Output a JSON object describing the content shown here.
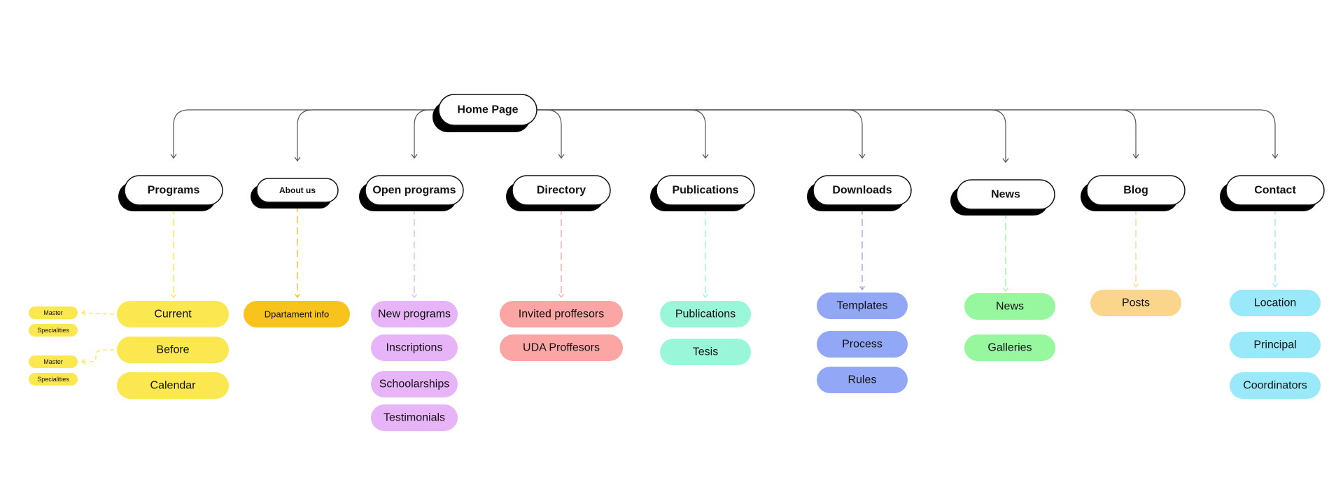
{
  "root": {
    "label": "Home Page"
  },
  "sections": [
    {
      "id": "programs",
      "label": "Programs",
      "color": "#fbe74f",
      "children": [
        {
          "label": "Current",
          "subs": [
            "Master",
            "Specialities"
          ]
        },
        {
          "label": "Before",
          "subs": [
            "Master",
            "Specialities"
          ]
        },
        {
          "label": "Calendar",
          "subs": []
        }
      ]
    },
    {
      "id": "about-us",
      "label": "About us",
      "color": "#f9c31d",
      "children": [
        {
          "label": "Dpartament info",
          "subs": []
        }
      ]
    },
    {
      "id": "open-programs",
      "label": "Open programs",
      "color": "#e8b4f8",
      "children": [
        {
          "label": "New programs",
          "subs": []
        },
        {
          "label": "Inscriptions",
          "subs": []
        },
        {
          "label": "Schoolarships",
          "subs": []
        },
        {
          "label": "Testimonials",
          "subs": []
        }
      ]
    },
    {
      "id": "directory",
      "label": "Directory",
      "color": "#fca5a5",
      "children": [
        {
          "label": "Invited proffesors",
          "subs": []
        },
        {
          "label": "UDA Proffesors",
          "subs": []
        }
      ]
    },
    {
      "id": "publications",
      "label": "Publications",
      "color": "#99f6d8",
      "children": [
        {
          "label": "Publications",
          "subs": []
        },
        {
          "label": "Tesis",
          "subs": []
        }
      ]
    },
    {
      "id": "downloads",
      "label": "Downloads",
      "color": "#93a7f7",
      "children": [
        {
          "label": "Templates",
          "subs": []
        },
        {
          "label": "Process",
          "subs": []
        },
        {
          "label": "Rules",
          "subs": []
        }
      ]
    },
    {
      "id": "news",
      "label": "News",
      "color": "#96f79e",
      "children": [
        {
          "label": "News",
          "subs": []
        },
        {
          "label": "Galleries",
          "subs": []
        }
      ]
    },
    {
      "id": "blog",
      "label": "Blog",
      "color": "#fcd58d",
      "children": [
        {
          "label": "Posts",
          "subs": []
        }
      ]
    },
    {
      "id": "contact",
      "label": "Contact",
      "color": "#99e9fb",
      "children": [
        {
          "label": "Location",
          "subs": []
        },
        {
          "label": "Principal",
          "subs": []
        },
        {
          "label": "Coordinators",
          "subs": []
        }
      ]
    }
  ]
}
